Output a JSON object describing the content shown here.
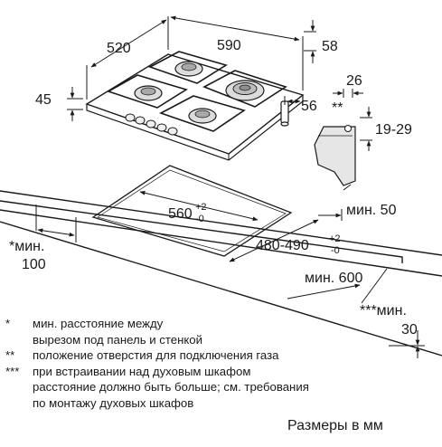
{
  "dimensions": {
    "hob_depth": "520",
    "hob_width": "590",
    "top_clearance": "58",
    "hob_height": "45",
    "gas_inlet_offset": "56",
    "gas_inlet_mark": "**",
    "gas_inlet_side": "26",
    "gas_inlet_height": "19-29",
    "cutout_width": "560",
    "cutout_width_tol_plus": "+2",
    "cutout_width_tol_minus": "-0",
    "cutout_depth": "480-490",
    "cutout_depth_tol_plus": "+2",
    "cutout_depth_tol_minus": "-0",
    "min_worktop": "мин. 50",
    "min_wall_line1": "*мин.",
    "min_wall_line2": "100",
    "min_front": "мин. 600",
    "min_oven_line1": "***мин.",
    "min_oven_line2": "30"
  },
  "notes": [
    {
      "mark": "*",
      "lines": [
        "мин. расстояние между",
        "вырезом под панель и стенкой"
      ]
    },
    {
      "mark": "**",
      "lines": [
        "положение отверстия для подключения газа"
      ]
    },
    {
      "mark": "***",
      "lines": [
        "при встраивании над духовым шкафом",
        "расстояние должно быть больше; см. требования",
        "по монтажу духовых шкафов"
      ]
    }
  ],
  "units_caption": "Размеры в мм"
}
